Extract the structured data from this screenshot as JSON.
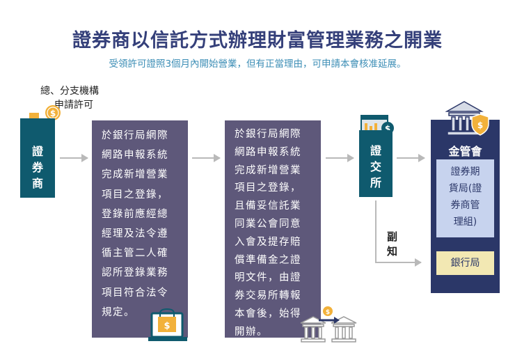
{
  "title": "證券商以信託方式辦理財富管理業務之開業",
  "subtitle": "受領許可證照3個月內開始營業，但有正當理由，可申請本會核准延展。",
  "apply_note": {
    "line1": "總、分支機構",
    "line2": "申請許可"
  },
  "broker": {
    "chars": [
      "證",
      "券",
      "商"
    ]
  },
  "step1_lines": [
    "於銀行局網際",
    "網路申報系統",
    "完成新增營業",
    "項目之登錄，",
    "登錄前應經總",
    "經理及法令遵",
    "循主管二人確",
    "認所登錄業務",
    "項目符合法令",
    "規定。"
  ],
  "step2_lines": [
    "於銀行局網際",
    "網路申報系統",
    "完成新增營業",
    "項目之登錄，",
    "且備妥信託業",
    "同業公會同意",
    "入會及提存賠",
    "償準備金之證",
    "明文件，由證",
    "券交易所轉報",
    "本會後，始得",
    "開辦。"
  ],
  "exchange": {
    "chars": [
      "證",
      "交",
      "所"
    ]
  },
  "copy_label": {
    "chars": [
      "副",
      "知"
    ]
  },
  "fsc": {
    "title": "金管會",
    "sfb_lines": [
      "證券期",
      "貨局(證",
      "券商管",
      "理組)"
    ],
    "bank_bureau": "銀行局"
  },
  "colors": {
    "teal": "#0f5a6e",
    "purple": "#5e587a",
    "navy": "#2b3768",
    "light_blue": "#c7d3ee",
    "yellow": "#f2e8b3",
    "gold": "#f2b13a",
    "title": "#35407a",
    "subtitle": "#3b8db5"
  },
  "icons": [
    "money-growth-icon",
    "laptop-dollar-icon",
    "bank-transfer-icon",
    "exchange-building-icon",
    "government-bank-icon"
  ]
}
